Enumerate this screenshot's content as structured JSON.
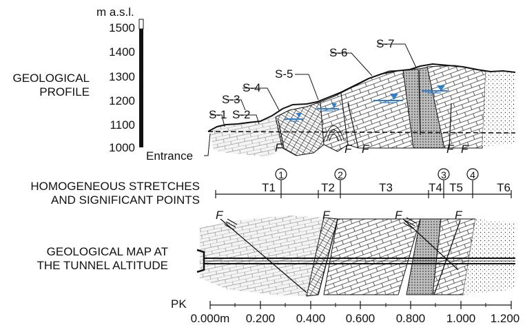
{
  "elevation_axis": {
    "unit": "m a.s.l.",
    "ticks": [
      "1000",
      "1100",
      "1200",
      "1300",
      "1400",
      "1500"
    ]
  },
  "sections": {
    "profile_title_1": "GEOLOGICAL",
    "profile_title_2": "PROFILE",
    "stretches_title_1": "HOMOGENEOUS STRETCHES",
    "stretches_title_2": "AND SIGNIFICANT POINTS",
    "map_title_1": "GEOLOGICAL MAP AT",
    "map_title_2": "THE TUNNEL ALTITUDE"
  },
  "profile": {
    "entrance_label": "Entrance",
    "boreholes": [
      "S-1",
      "S-2",
      "S-3",
      "S-4",
      "S-5",
      "S-6",
      "S-7"
    ],
    "fault_label": "F"
  },
  "stretches": {
    "segments": [
      "T1",
      "T2",
      "T3",
      "T4",
      "T5",
      "T6"
    ],
    "points": [
      "1",
      "2",
      "3",
      "4"
    ]
  },
  "pk_axis": {
    "label": "PK",
    "ticks": [
      "0.000m",
      "0.200",
      "0.400",
      "0.600",
      "0.800",
      "1.000",
      "1.200"
    ]
  },
  "colors": {
    "line": "#111111",
    "water_table": "#2f7fd1",
    "rock_fill": "#e6e6e6",
    "hatch": "#8a8a8a"
  }
}
